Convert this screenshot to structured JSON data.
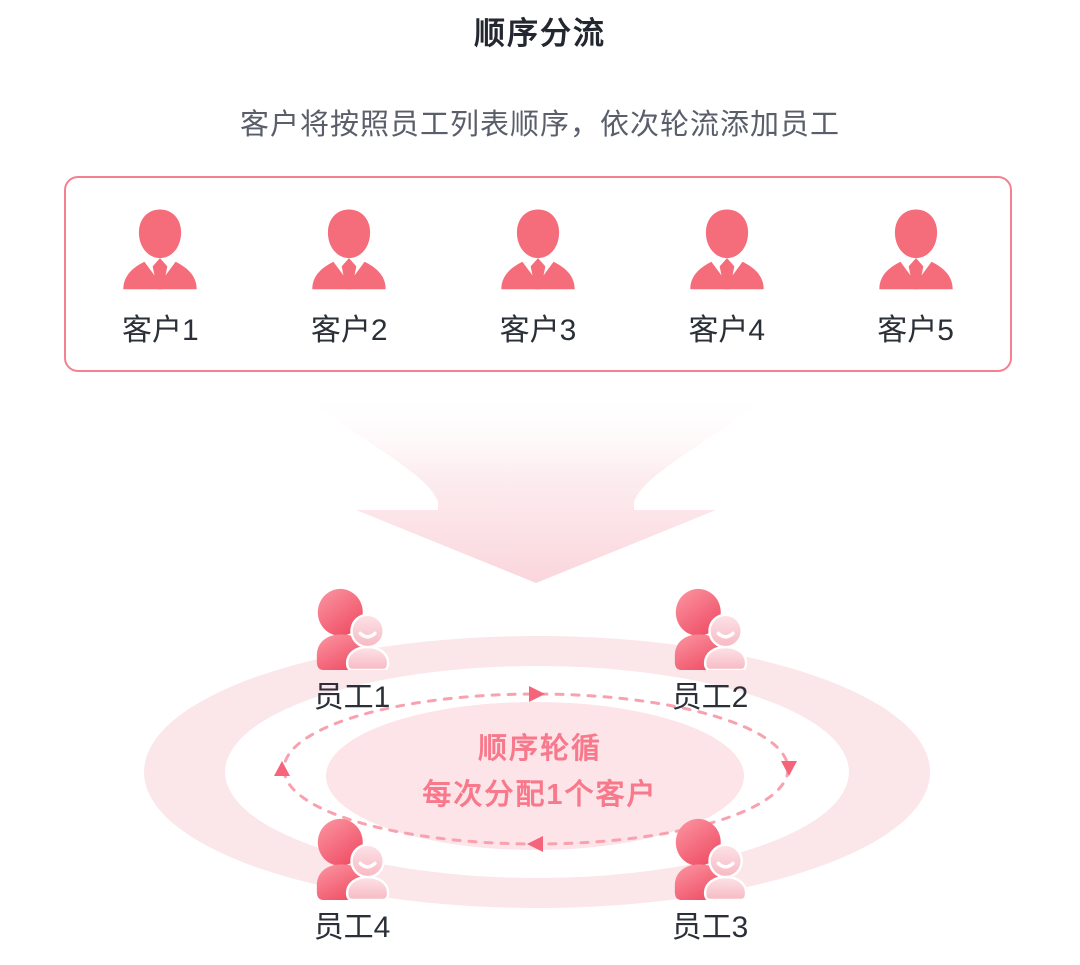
{
  "title": "顺序分流",
  "subtitle": "客户将按照员工列表顺序，依次轮流添加员工",
  "customers": {
    "items": [
      {
        "label": "客户1"
      },
      {
        "label": "客户2"
      },
      {
        "label": "客户3"
      },
      {
        "label": "客户4"
      },
      {
        "label": "客户5"
      }
    ]
  },
  "cycle": {
    "caption_line1": "顺序轮循",
    "caption_line2": "每次分配1个客户",
    "employees": [
      {
        "label": "员工1"
      },
      {
        "label": "员工2"
      },
      {
        "label": "员工3"
      },
      {
        "label": "员工4"
      }
    ]
  },
  "icons": {
    "customer": "businessman-icon",
    "employee": "employee-pair-icon",
    "flow": "funnel-down-arrow-icon"
  },
  "colors": {
    "accent_pink": "#F56C7B",
    "panel_border": "#F5808F",
    "title_text": "#23272F",
    "subtitle_text": "#595E6A",
    "label_text": "#2B3038",
    "caption_text": "#F8798B",
    "ring_fill": "#FBE6E9",
    "center_ellipse_fill": "#FCE4E8",
    "dashed_stroke": "#F8A2AF",
    "cycle_arrow": "#F4647A",
    "funnel_bottom": "#FAD6DC"
  }
}
